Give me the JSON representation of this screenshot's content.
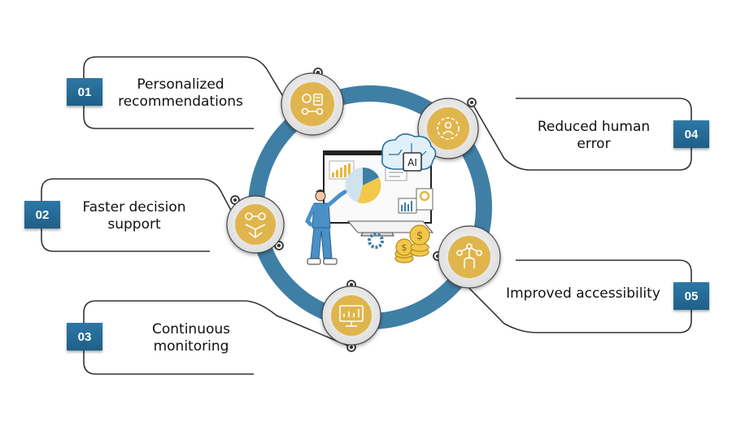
{
  "items": [
    {
      "number": "01",
      "text": "Personalized recommendations",
      "icon": "user-profile-icon"
    },
    {
      "number": "02",
      "text": "Faster decision support",
      "icon": "network-check-icon"
    },
    {
      "number": "03",
      "text": "Continuous monitoring",
      "icon": "monitor-chart-icon"
    },
    {
      "number": "04",
      "text": "Reduced human error",
      "icon": "gear-person-icon"
    },
    {
      "number": "05",
      "text": "Improved accessibility",
      "icon": "hand-network-icon"
    }
  ],
  "center": {
    "ai_label": "AI"
  },
  "colors": {
    "ring": "#3f7fa6",
    "badge": "#2a6f9c",
    "icon_fill": "#e0b54d",
    "outline": "#333333"
  }
}
